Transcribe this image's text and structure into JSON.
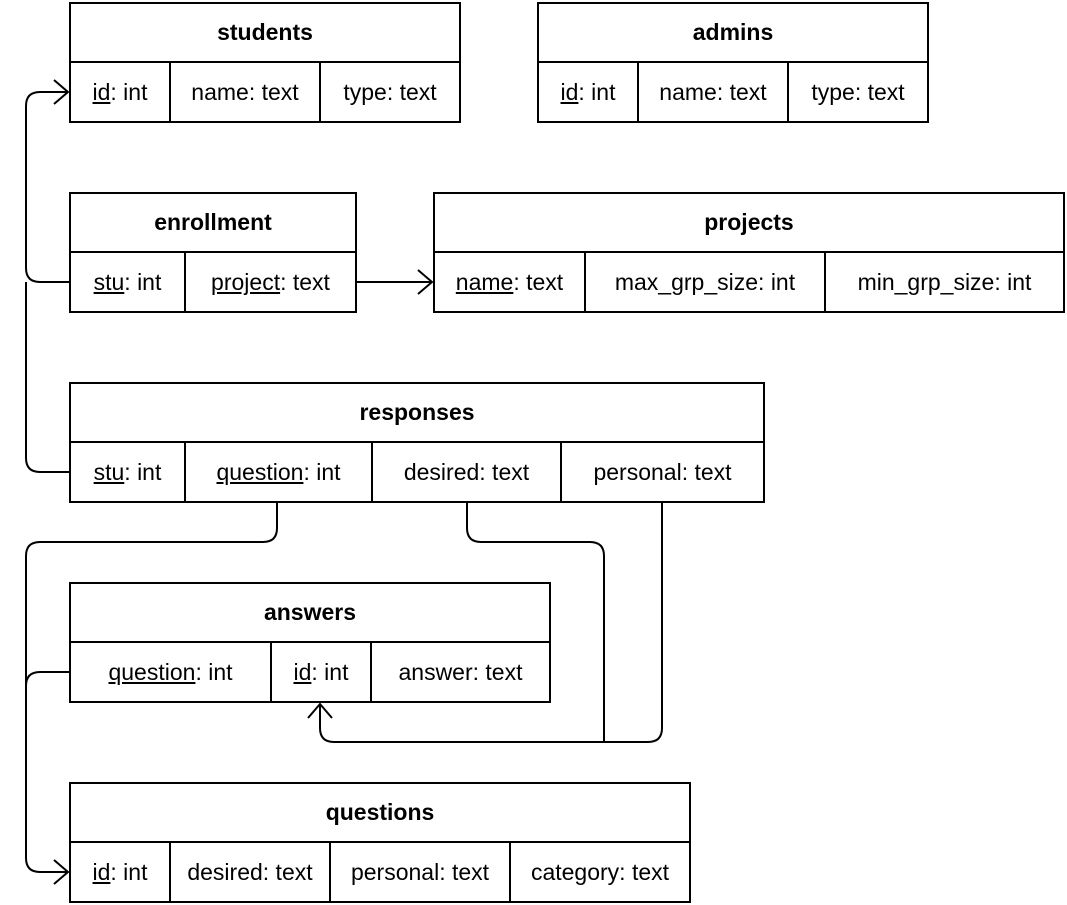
{
  "tables": {
    "students": {
      "name": "students",
      "columns": [
        {
          "field": "id",
          "type": " : int",
          "key": true
        },
        {
          "field": "name",
          "type": " : text",
          "key": false
        },
        {
          "field": "type",
          "type": " : text",
          "key": false
        }
      ]
    },
    "admins": {
      "name": "admins",
      "columns": [
        {
          "field": "id",
          "type": " : int",
          "key": true
        },
        {
          "field": "name",
          "type": " : text",
          "key": false
        },
        {
          "field": "type",
          "type": " : text",
          "key": false
        }
      ]
    },
    "enrollment": {
      "name": "enrollment",
      "columns": [
        {
          "field": "stu",
          "type": " : int",
          "key": true
        },
        {
          "field": "project",
          "type": " : text",
          "key": true
        }
      ]
    },
    "projects": {
      "name": "projects",
      "columns": [
        {
          "field": "name",
          "type": " : text",
          "key": true
        },
        {
          "field": "max_grp_size",
          "type": " : int",
          "key": false
        },
        {
          "field": "min_grp_size",
          "type": " : int",
          "key": false
        }
      ]
    },
    "responses": {
      "name": "responses",
      "columns": [
        {
          "field": "stu",
          "type": " : int",
          "key": true
        },
        {
          "field": "question",
          "type": " : int",
          "key": true
        },
        {
          "field": "desired",
          "type": " : text",
          "key": false
        },
        {
          "field": "personal",
          "type": " : text",
          "key": false
        }
      ]
    },
    "answers": {
      "name": "answers",
      "columns": [
        {
          "field": "question",
          "type": " : int",
          "key": true
        },
        {
          "field": "id",
          "type": " : int",
          "key": true
        },
        {
          "field": "answer",
          "type": " : text",
          "key": false
        }
      ]
    },
    "questions": {
      "name": "questions",
      "columns": [
        {
          "field": "id",
          "type": " : int",
          "key": true
        },
        {
          "field": "desired",
          "type": " : text",
          "key": false
        },
        {
          "field": "personal",
          "type": " : text",
          "key": false
        },
        {
          "field": "category",
          "type": " : text",
          "key": false
        }
      ]
    }
  }
}
